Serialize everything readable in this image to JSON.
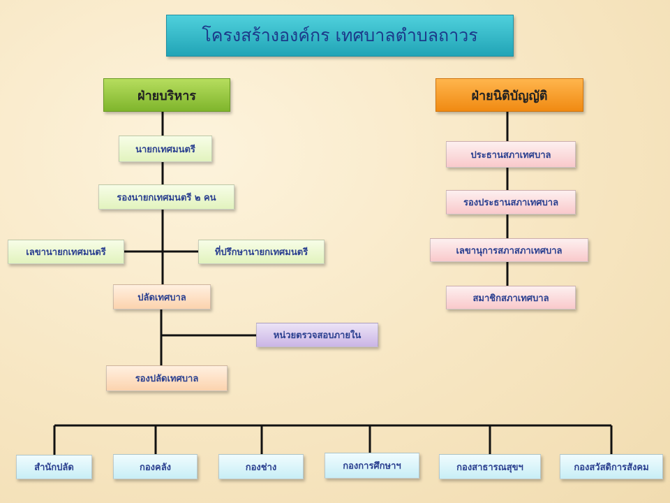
{
  "title": "โครงสร้างองค์กร เทศบาลตำบลถาวร",
  "executive": {
    "head": "ฝ่ายบริหาร",
    "mayor": "นายกเทศมนตรี",
    "deputy_mayor": "รองนายกเทศมนตรี  ๒ คน",
    "mayor_secretary": "เลขานายกเทศมนตรี",
    "mayor_advisor": "ที่ปรึกษานายกเทศมนตรี",
    "municipal_clerk": "ปลัดเทศบาล",
    "internal_audit": "หน่วยตรวจสอบภายใน",
    "deputy_clerk": "รองปลัดเทศบาล"
  },
  "legislative": {
    "head": "ฝ่ายนิติบัญญัติ",
    "council_president": "ประธานสภาเทศบาล",
    "council_vice_president": "รองประธานสภาเทศบาล",
    "council_secretary": "เลขานุการสภาสภาเทศบาล",
    "council_member": "สมาชิกสภาเทศบาล"
  },
  "divisions": [
    "สำนักปลัด",
    "กองคลัง",
    "กองช่าง",
    "กองการศึกษาฯ",
    "กองสาธารณสุขฯ",
    "กองสวัสดิการสังคม"
  ]
}
